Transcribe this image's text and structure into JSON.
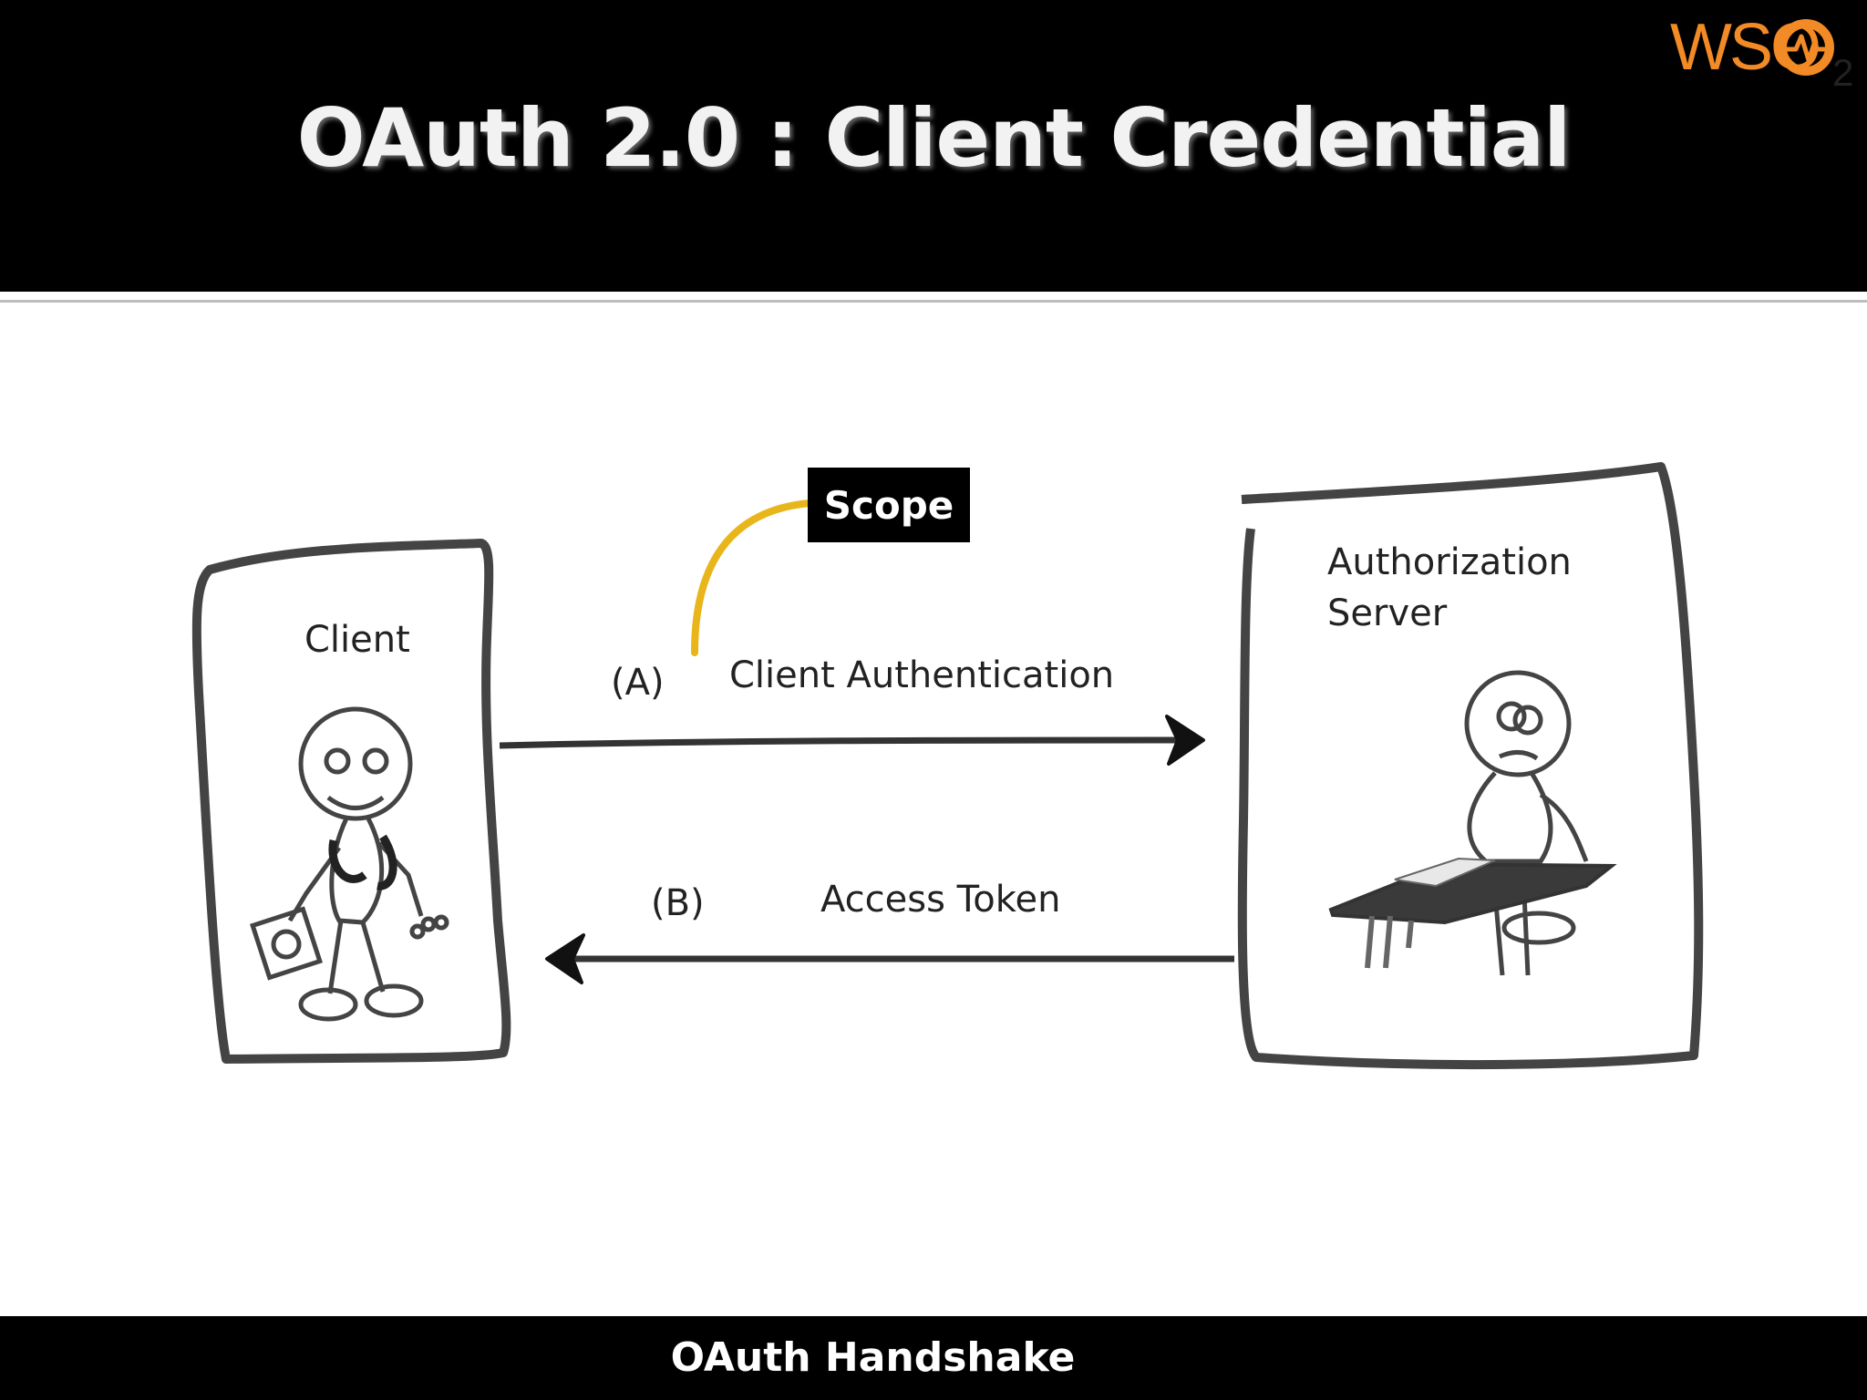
{
  "header": {
    "title": "OAuth 2.0 : Client Credential",
    "background": "#000000"
  },
  "logo": {
    "text": "WSO",
    "subscript": "2",
    "color": "#f28a25"
  },
  "diagram": {
    "client_label": "Client",
    "server_label_line1": "Authorization",
    "server_label_line2": "Server",
    "step_a_marker": "(A)",
    "step_a_label": "Client Authentication",
    "step_b_marker": "(B)",
    "step_b_label": "Access Token",
    "callout": {
      "label": "Scope",
      "connector_color": "#e8b51b"
    }
  },
  "footer": {
    "text": "OAuth Handshake"
  }
}
